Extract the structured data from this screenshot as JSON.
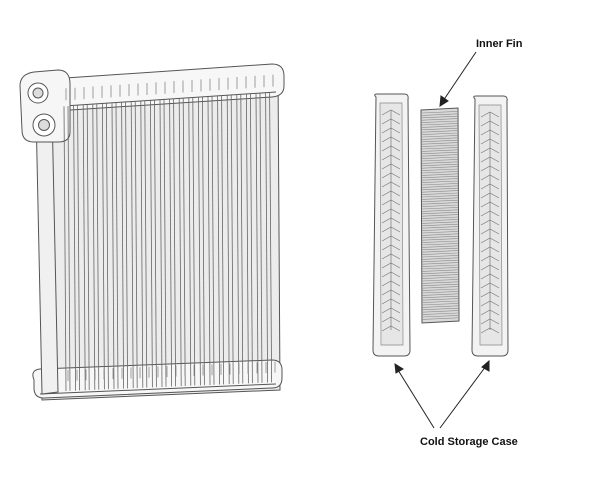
{
  "labels": {
    "inner_fin": "Inner Fin",
    "cold_storage_case": "Cold Storage Case"
  },
  "colors": {
    "line": "#555555",
    "fill": "#f2f2f2",
    "shade": "#c9c9c9",
    "text": "#111111"
  },
  "icons": {
    "evaporator": "evaporator-core-drawing",
    "case": "cold-storage-case-drawing",
    "fin": "inner-fin-drawing"
  }
}
